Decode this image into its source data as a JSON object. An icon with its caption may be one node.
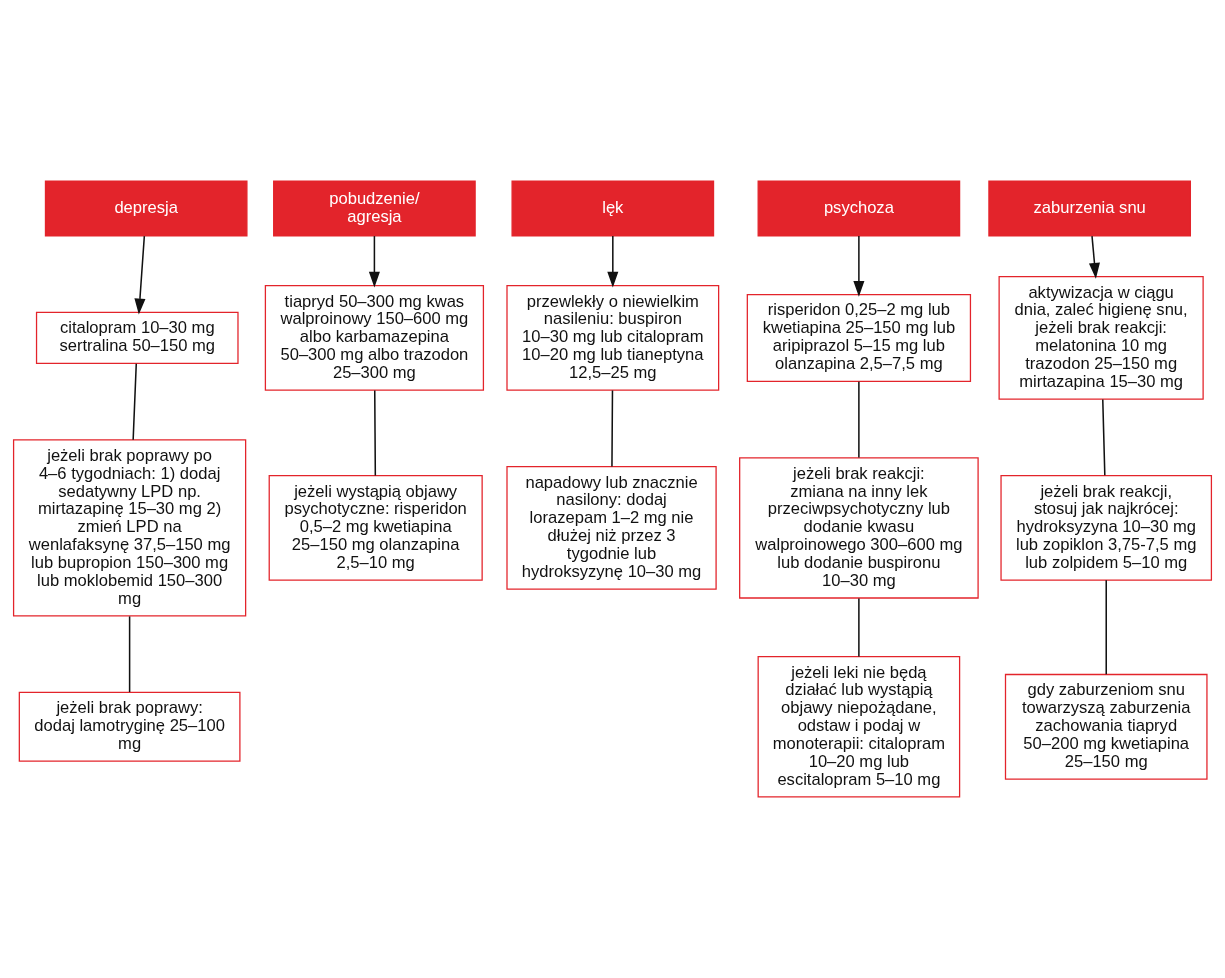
{
  "diagram": {
    "nodes": [
      {
        "text": [
          "depresja"
        ]
      },
      {
        "text": [
          "pobudzenie/ agresja"
        ]
      },
      {
        "text": [
          "lęk"
        ]
      },
      {
        "text": [
          "psychoza"
        ]
      },
      {
        "text": [
          "zaburzenia snu"
        ]
      },
      {
        "text": [
          "citalopram 10–30 mg sertralina 50–150 mg"
        ]
      },
      {
        "text": [
          "jeżeli brak poprawy po 4–6 tygodniach: 1) dodaj sedatywny LPD np. mirtazapinę 15–30 mg 2) zmień LPD na wenlafaksynę 37,5–150 mg lub bupropion 150–300 mg lub moklobemid 150–300 mg"
        ]
      },
      {
        "text": [
          "jeżeli brak poprawy: dodaj lamotryginę 25–100 mg"
        ]
      },
      {
        "text": [
          "tiapryd 50–300 mg kwas walproinowy 150–600 mg albo karbamazepina 50–300 mg albo trazodon 25–300 mg"
        ]
      },
      {
        "text": [
          "jeżeli wystąpią objawy psychotyczne: risperidon 0,5–2 mg kwetiapina 25–150 mg olanzapina 2,5–10 mg"
        ]
      },
      {
        "text": [
          "przewlekły o niewielkim nasileniu: buspiron 10–30 mg lub citalopram 10–20 mg lub tianeptyna 12,5–25 mg"
        ]
      },
      {
        "text": [
          "napadowy lub znacznie nasilony: dodaj lorazepam 1–2 mg nie dłużej niż przez 3 tygodnie lub hydroksyzynę 10–30 mg"
        ]
      },
      {
        "text": [
          "risperidon 0,25–2 mg lub kwetiapina 25–150 mg lub aripiprazol 5–15 mg lub olanzapina 2,5–7,5 mg"
        ]
      },
      {
        "text": [
          "jeżeli brak reakcji: zmiana na inny lek przeciwpsychotyczny lub dodanie kwasu walproinowego 300–600 mg lub dodanie buspironu 10–30 mg"
        ]
      },
      {
        "text": [
          "jeżeli leki nie będą działać lub wystąpią objawy niepożądane, odstaw i podaj w monoterapii: citalopram 10–20 mg lub escitalopram 5–10 mg"
        ]
      },
      {
        "text": [
          "aktywizacja w ciągu dnia, zaleć higienę snu, jeżeli brak reakcji: melatonina 10 mg trazodon 25–150 mg mirtazapina 15–30 mg"
        ]
      },
      {
        "text": [
          "jeżeli brak reakcji, stosuj jak najkrócej: hydroksyzyna 10–30 mg lub zopiklon 3,75-7,5 mg lub zolpidem 5–10 mg"
        ]
      },
      {
        "text": [
          "gdy zaburzeniom snu towarzyszą zaburzenia zachowania tiapryd 50–200 mg kwetiapina 25–150 mg"
        ]
      }
    ],
    "edges": [
      {
        "from": 0,
        "to": 5,
        "arrow": "to"
      },
      {
        "from": 5,
        "to": 6,
        "arrow": "none"
      },
      {
        "from": 6,
        "to": 7,
        "arrow": "none"
      },
      {
        "from": 1,
        "to": 8,
        "arrow": "to"
      },
      {
        "from": 8,
        "to": 9,
        "arrow": "none"
      },
      {
        "from": 2,
        "to": 10,
        "arrow": "to"
      },
      {
        "from": 10,
        "to": 11,
        "arrow": "none"
      },
      {
        "from": 3,
        "to": 12,
        "arrow": "to"
      },
      {
        "from": 12,
        "to": 13,
        "arrow": "none"
      },
      {
        "from": 13,
        "to": 14,
        "arrow": "none"
      },
      {
        "from": 4,
        "to": 15,
        "arrow": "to"
      },
      {
        "from": 15,
        "to": 16,
        "arrow": "none"
      },
      {
        "from": 16,
        "to": 17,
        "arrow": "none"
      }
    ]
  }
}
